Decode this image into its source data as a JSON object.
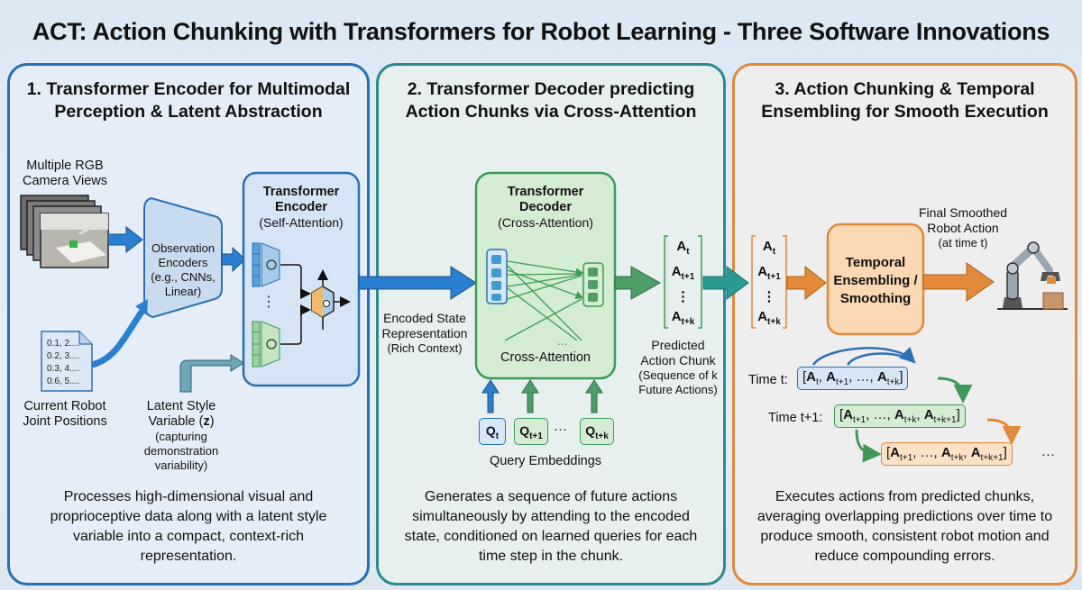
{
  "title": "ACT: Action Chunking with Transformers for Robot Learning - Three Software Innovations",
  "colors": {
    "blue": "#2b6fb3",
    "teal": "#2a8a8f",
    "green": "#3f9a5a",
    "orange": "#e0893b"
  },
  "panel1": {
    "heading_line1": "1. Transformer Encoder for Multimodal",
    "heading_line2": "Perception & Latent Abstraction",
    "camera_label_1": "Multiple RGB",
    "camera_label_2": "Camera Views",
    "obs_enc_1": "Observation",
    "obs_enc_2": "Encoders",
    "obs_enc_3": "(e.g., CNNs,",
    "obs_enc_4": "Linear)",
    "joint_values": [
      "0.1, 2....",
      "0.2, 3....",
      "0.3, 4....",
      "0.6, 5...."
    ],
    "joint_label_1": "Current Robot",
    "joint_label_2": "Joint Positions",
    "latent_1": "Latent Style",
    "latent_2": "Variable (",
    "latent_z": "z",
    "latent_2b": ")",
    "latent_3": "(capturing",
    "latent_4": "demonstration",
    "latent_5": "variability)",
    "encoder_title_1": "Transformer",
    "encoder_title_2": "Encoder",
    "encoder_sub": "(Self-Attention)",
    "description": "Processes high-dimensional visual and proprioceptive data along with a latent style variable into a compact, context-rich representation."
  },
  "panel2": {
    "heading_line1": "2. Transformer Decoder predicting",
    "heading_line2": "Action Chunks via Cross-Attention",
    "encoded_1": "Encoded State",
    "encoded_2": "Representation",
    "encoded_3": "(Rich Context)",
    "decoder_title_1": "Transformer",
    "decoder_title_2": "Decoder",
    "decoder_sub": "(Cross-Attention)",
    "cross_attention": "Cross-Attention",
    "ellipsis": "...",
    "chunk": [
      "t",
      "t+1",
      "t+k"
    ],
    "predicted_1": "Predicted",
    "predicted_2": "Action Chunk",
    "predicted_3": "(Sequence of k",
    "predicted_4": "Future Actions)",
    "queries": [
      "t",
      "t+1",
      "t+k"
    ],
    "query_ellipsis": "···",
    "query_label": "Query Embeddings",
    "description": "Generates a sequence of future actions simultaneously by attending to the encoded state, conditioned on learned queries for each time step in the chunk."
  },
  "panel3": {
    "heading_line1": "3. Action Chunking & Temporal",
    "heading_line2": "Ensembling for Smooth Execution",
    "chunk": [
      "t",
      "t+1",
      "t+k"
    ],
    "ensemble_1": "Temporal",
    "ensemble_2": "Ensembling /",
    "ensemble_3": "Smoothing",
    "final_1": "Final Smoothed",
    "final_2": "Robot Action",
    "final_3": "(at time t)",
    "time_t": "Time t:",
    "time_t1": "Time t+1:",
    "trailing_ellipsis": "···",
    "description": "Executes actions from predicted chunks, averaging overlapping predictions over time to produce smooth, consistent robot motion and reduce compounding errors."
  }
}
